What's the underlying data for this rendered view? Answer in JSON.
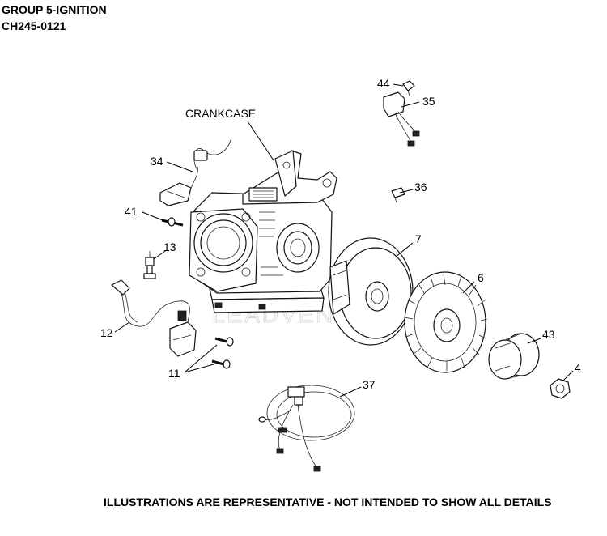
{
  "header": {
    "title": "GROUP 5-IGNITION",
    "code": "CH245-0121"
  },
  "footer": {
    "note": "ILLUSTRATIONS ARE REPRESENTATIVE - NOT INTENDED TO SHOW ALL DETAILS"
  },
  "watermark": "LEADVENTURE",
  "callouts": {
    "crankcase": "CRANKCASE",
    "p44": "44",
    "p35": "35",
    "p34": "34",
    "p36": "36",
    "p41": "41",
    "p7": "7",
    "p13": "13",
    "p6": "6",
    "p12": "12",
    "p43": "43",
    "p4": "4",
    "p11": "11",
    "p37": "37"
  }
}
